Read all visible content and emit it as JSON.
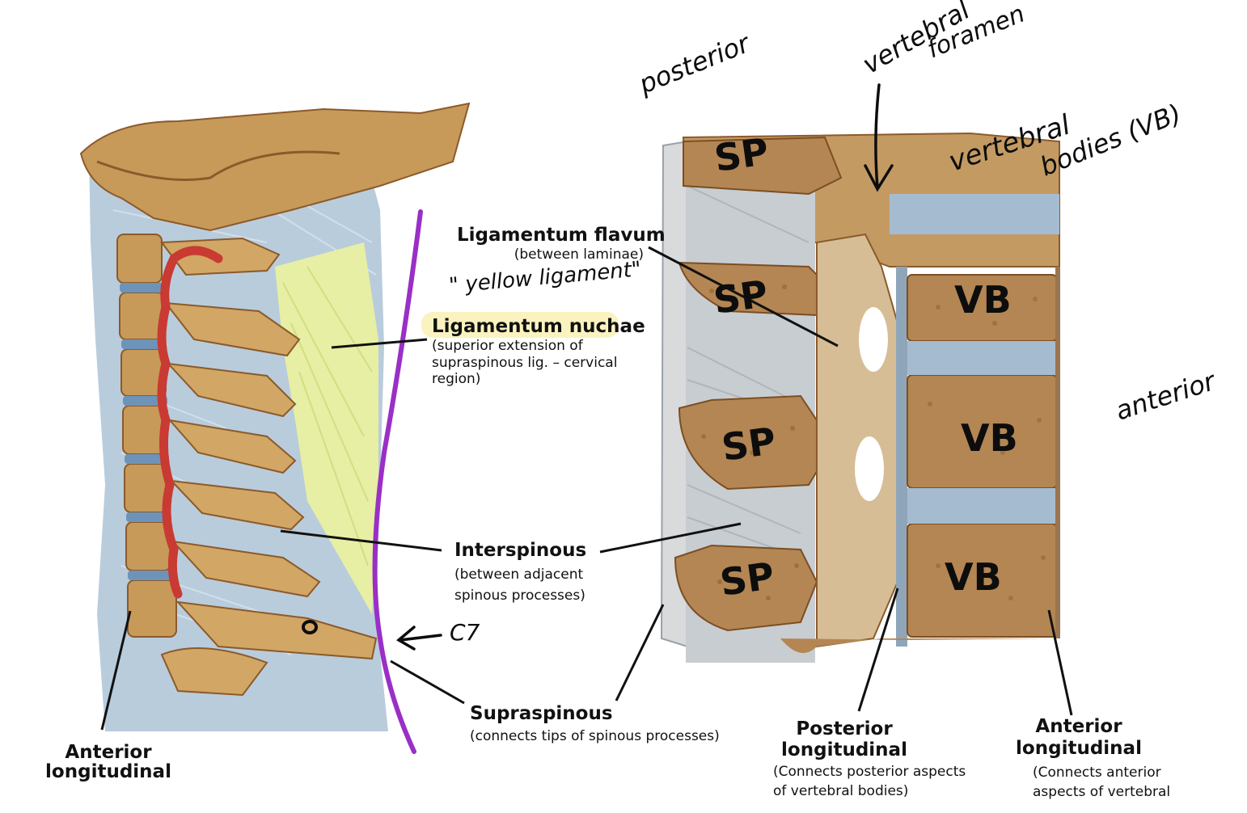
{
  "labels": {
    "ligamentum_flavum": {
      "title": "Ligamentum flavum",
      "sub": "(between laminae)"
    },
    "ligamentum_nuchae": {
      "title": "Ligamentum nuchae",
      "sub1": "(superior extension of",
      "sub2": "supraspinous lig. – cervical",
      "sub3": "region)"
    },
    "interspinous": {
      "title": "Interspinous",
      "sub1": "(between adjacent",
      "sub2": "spinous processes)"
    },
    "supraspinous": {
      "title": "Supraspinous",
      "sub": "(connects tips of spinous processes)"
    },
    "anterior_longitudinal_left": {
      "line1": "Anterior",
      "line2": "longitudinal"
    },
    "posterior_longitudinal": {
      "line1": "Posterior",
      "line2": "longitudinal",
      "sub1": "(Connects posterior aspects",
      "sub2": "of vertebral bodies)"
    },
    "anterior_longitudinal_right": {
      "line1": "Anterior",
      "line2": "longitudinal",
      "sub1": "(Connects anterior",
      "sub2": "aspects of vertebral"
    }
  },
  "handwritten": {
    "posterior": "posterior",
    "vertebral_foramen_1": "vertebral",
    "vertebral_foramen_2": "foramen",
    "vertebral_bodies_1": "vertebral",
    "vertebral_bodies_2": "bodies (VB)",
    "yellow_ligament": "\" yellow ligament\"",
    "anterior": "anterior",
    "c7": "C7",
    "sp": [
      "SP",
      "SP",
      "SP",
      "SP"
    ],
    "vb": [
      "VB",
      "VB",
      "VB"
    ]
  },
  "colors": {
    "bone": "#c79a5a",
    "bone_dark": "#8b5a2b",
    "ligament_blue": "#b9ccdc",
    "nuchae_yellow": "#e6efa4",
    "artery_red": "#c93a32",
    "annotation_purple": "#9a2fc6",
    "highlight_yellow": "#fbf3bf",
    "cancellous": "#a8763f"
  }
}
